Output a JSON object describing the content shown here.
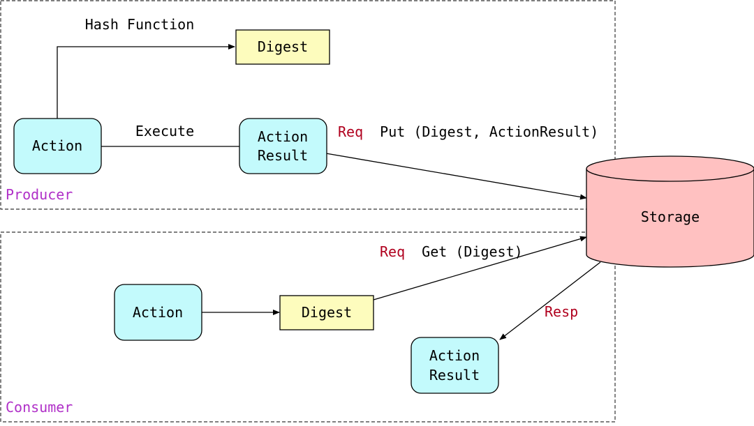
{
  "colors": {
    "region_label": "#b030c8",
    "req_keyword": "#b0001e",
    "action_fill": "#c3fafc",
    "digest_fill": "#fdfcbd",
    "storage_fill": "#ffc1c1"
  },
  "producer": {
    "label": "Producer",
    "hash_function_label": "Hash Function",
    "execute_label": "Execute",
    "action_label": "Action",
    "digest_label": "Digest",
    "action_result_line1": "Action",
    "action_result_line2": "Result",
    "put_request": {
      "keyword": "Req",
      "text": "Put (Digest, ActionResult)"
    }
  },
  "storage": {
    "label": "Storage"
  },
  "consumer": {
    "label": "Consumer",
    "action_label": "Action",
    "digest_label": "Digest",
    "get_request": {
      "keyword": "Req",
      "text": "Get (Digest)"
    },
    "response_label": "Resp",
    "action_result_line1": "Action",
    "action_result_line2": "Result"
  }
}
